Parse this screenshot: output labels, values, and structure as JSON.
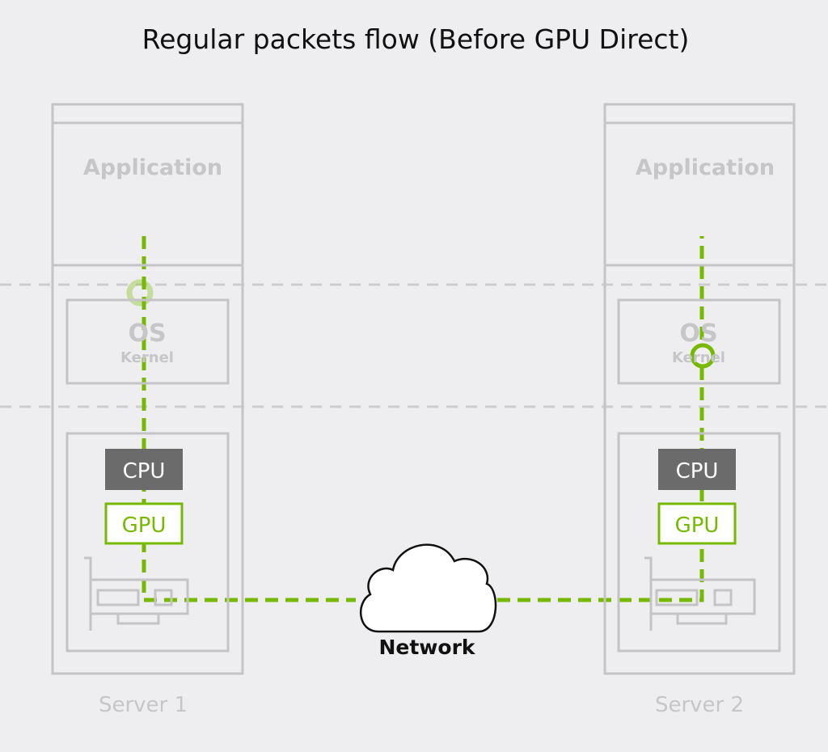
{
  "title": "Regular packets flow (Before GPU Direct)",
  "colors": {
    "accent": "#76b900",
    "cpu_fill": "#6b6b6b",
    "box_stroke": "#c4c4c6",
    "background": "#eeeef0"
  },
  "servers": [
    {
      "name": "Server 1",
      "application": "Application",
      "os": "OS",
      "kernel": "Kernel",
      "cpu": "CPU",
      "gpu": "GPU"
    },
    {
      "name": "Server 2",
      "application": "Application",
      "os": "OS",
      "kernel": "Kernel",
      "cpu": "CPU",
      "gpu": "GPU"
    }
  ],
  "network": {
    "label": "Network",
    "icon": "cloud-icon"
  }
}
